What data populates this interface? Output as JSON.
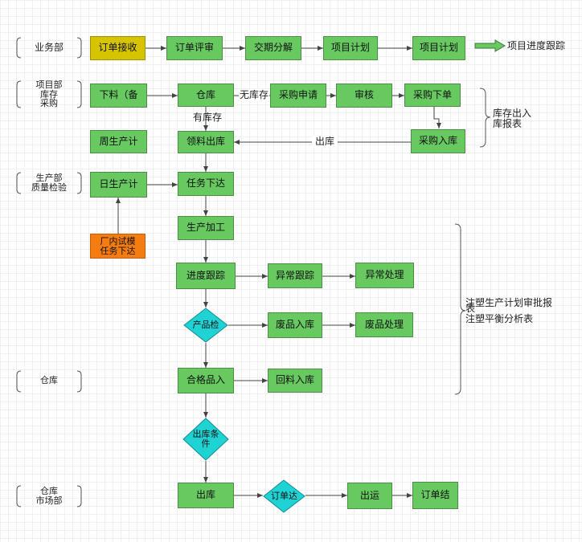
{
  "lanes": {
    "sales": "业务部",
    "project": [
      "项目部",
      "库存",
      "采购"
    ],
    "production": [
      "生产部",
      "质量检验"
    ],
    "warehouse": "仓库",
    "market": [
      "仓库",
      "市场部"
    ]
  },
  "nodes": {
    "order_receive": "订单接收",
    "order_review": "订单评审",
    "delivery_breakdown": "交期分解",
    "project_plan_1": "项目计划",
    "project_plan_2": "项目计划",
    "project_tracking": "项目进度跟踪",
    "material_prep": "下料（备",
    "warehouse": "仓库",
    "purchase_request": "采购申请",
    "approval": "审核",
    "purchase_order": "采购下单",
    "purchase_inbound": "采购入库",
    "weekly_plan": "周生产计",
    "pick_outbound": "领料出库",
    "daily_plan": "日生产计",
    "task_issue": "任务下达",
    "factory_trial": [
      "厂内试模",
      "任务下达"
    ],
    "production": "生产加工",
    "progress_tracking": "进度跟踪",
    "exception_tracking": "异常跟踪",
    "exception_handling": "异常处理",
    "product_inspection": "产品检",
    "scrap_inbound": "废品入库",
    "scrap_handling": "废品处理",
    "qualified_inbound": "合格品入",
    "return_inbound": "回料入库",
    "outbound_condition": [
      "出库条",
      "件"
    ],
    "outbound": "出库",
    "order_check": "订单达",
    "shipping": "出运",
    "order_close": "订单结"
  },
  "labels": {
    "no_stock": "无库存",
    "has_stock": "有库存",
    "outbound": "出库",
    "inventory_report": [
      "库存出入",
      "库报表"
    ],
    "production_report": [
      "注塑生产计划审批报",
      "表",
      "注塑平衡分析表"
    ]
  },
  "colors": {
    "process": "#67c960",
    "start": "#d6c400",
    "highlight": "#f57c10",
    "decision": "#1fd2d4",
    "line": "#444444"
  }
}
